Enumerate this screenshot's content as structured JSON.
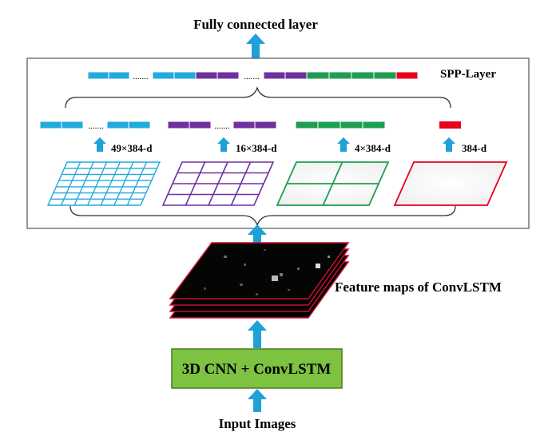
{
  "title": "Fully connected layer",
  "spp_label": "SPP-Layer",
  "feature_label": "Feature maps of ConvLSTM",
  "cnn_label": "3D CNN + ConvLSTM",
  "input_label": "Input Images",
  "pools": [
    {
      "dim": "49×384-d",
      "color": "#22aadd"
    },
    {
      "dim": "16×384-d",
      "color": "#7030a0"
    },
    {
      "dim": "4×384-d",
      "color": "#1e9e52"
    },
    {
      "dim": "384-d",
      "color": "#e8001c"
    }
  ],
  "colors": {
    "arrow": "#1ea0d8",
    "cnn_box": "#7dc241",
    "feature_edge": "#cc1133",
    "line": "#222222"
  }
}
